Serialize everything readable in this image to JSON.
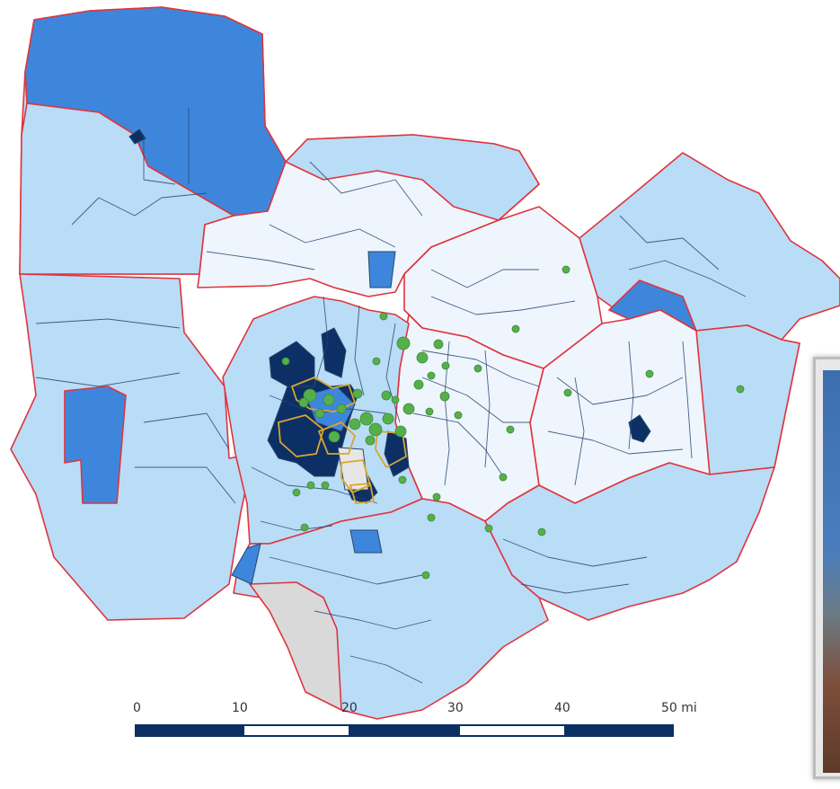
{
  "map": {
    "colors": {
      "class_1": "#eef5fd",
      "class_2": "#b9dcf7",
      "class_3": "#3e86dc",
      "class_4": "#0c2f66",
      "no_data": "#d9d9d9",
      "tract_outline": "#27476c",
      "region_outline": "#e0343c",
      "site_marker": "#55b04b",
      "highlight_outline": "#d9a62b"
    },
    "scale_bar": {
      "labels": [
        "0",
        "10",
        "20",
        "30",
        "40",
        "50 mi"
      ],
      "segment_colors": [
        "#0b2f63",
        "#ffffff",
        "#0b2f63",
        "#ffffff",
        "#0b2f63"
      ]
    }
  }
}
